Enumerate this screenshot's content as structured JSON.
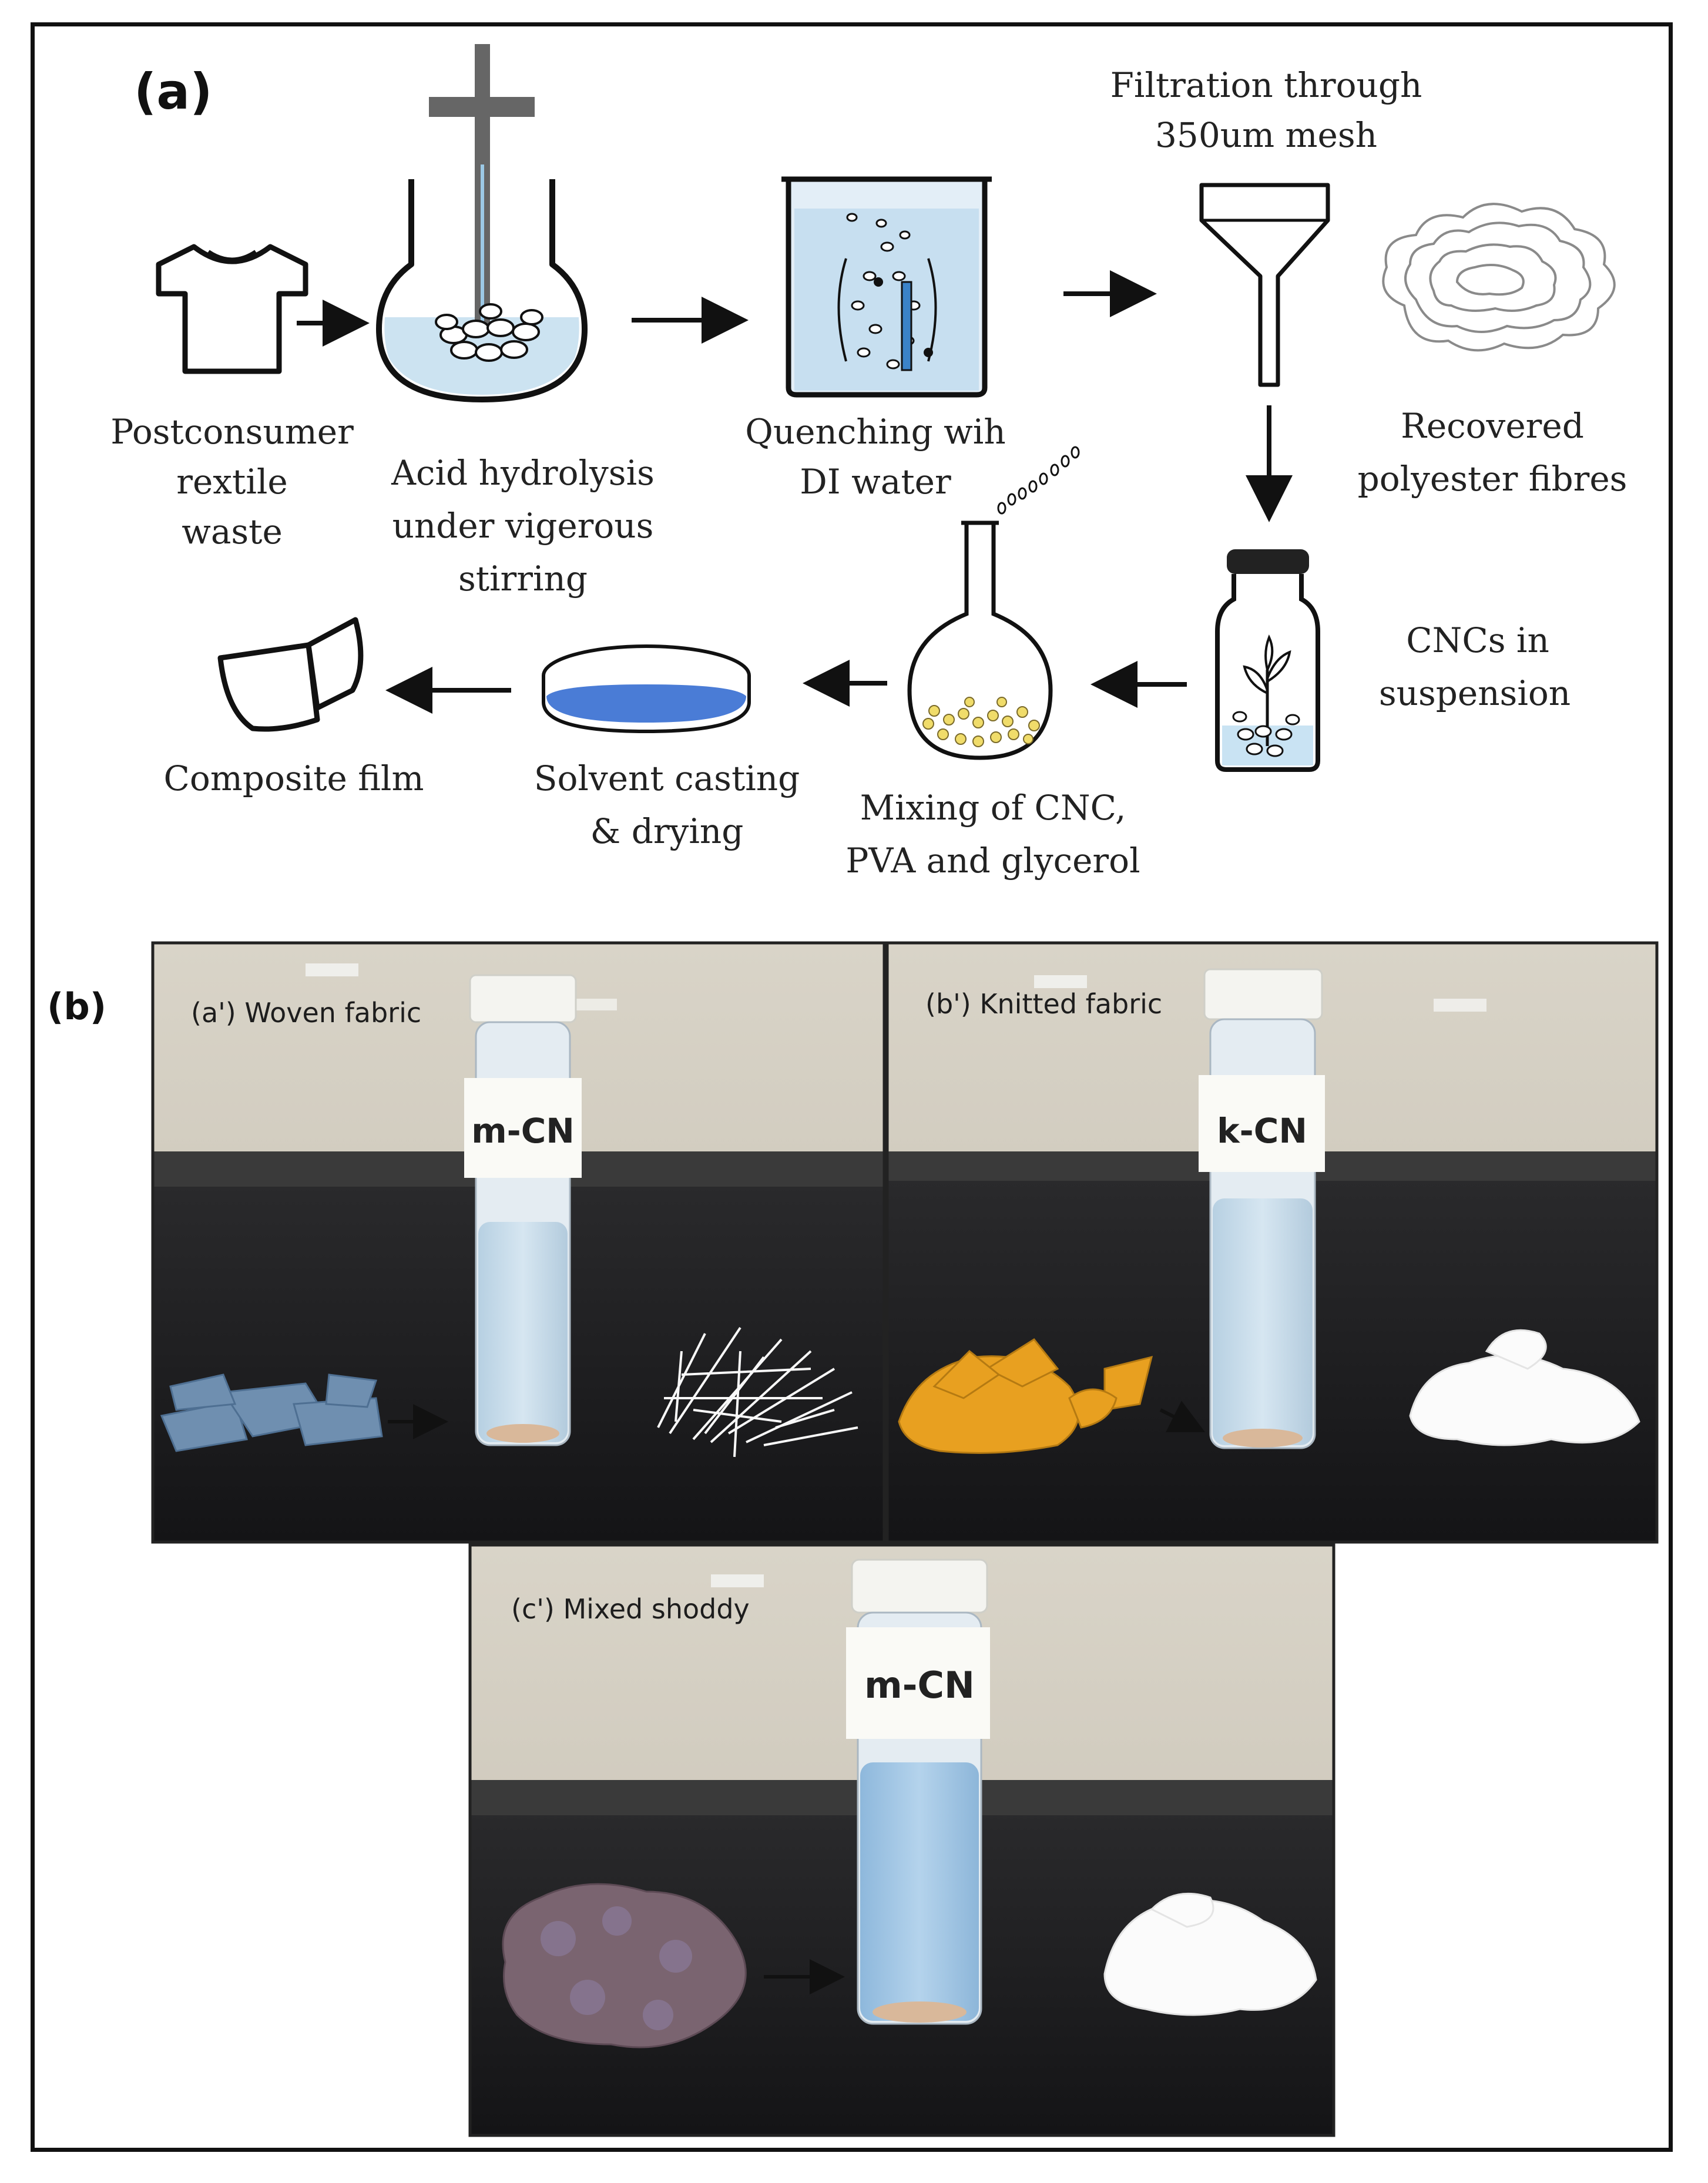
{
  "panel_a": {
    "tag": "(a)",
    "steps": {
      "textile": [
        "Postconsumer",
        "rextile",
        "waste"
      ],
      "hydrolysis": [
        "Acid hydrolysis",
        "under vigerous",
        "stirring"
      ],
      "quench": [
        "Quenching wih",
        "DI water"
      ],
      "filtration": [
        "Filtration through",
        "350um mesh"
      ],
      "recovered": [
        "Recovered",
        "polyester fibres"
      ],
      "cnc": [
        "CNCs in",
        "suspension"
      ],
      "mixing": [
        "Mixing of CNC,",
        "PVA and glycerol"
      ],
      "casting": [
        "Solvent casting",
        "& drying"
      ],
      "film": [
        "Composite film"
      ]
    }
  },
  "panel_b": {
    "tag": "(b)",
    "photos": [
      {
        "caption": "(a') Woven fabric",
        "vial_label": "m-CN",
        "fabric_color": "#6f8fb0"
      },
      {
        "caption": "(b') Knitted fabric",
        "vial_label": "k-CN",
        "fabric_color": "#e8a020"
      },
      {
        "caption": "(c') Mixed shoddy",
        "vial_label": "m-CN",
        "fabric_color": "#7a6470"
      }
    ]
  }
}
